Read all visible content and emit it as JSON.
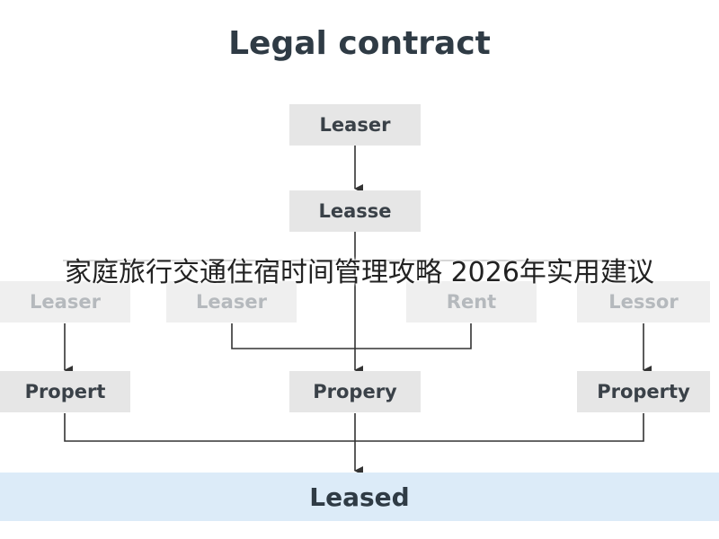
{
  "title": "Legal contract",
  "nodes": {
    "top": "Leaser",
    "second": "Leasse",
    "row1": [
      "Leaser",
      "Leaser",
      "Rent",
      "Lessor"
    ],
    "row2": [
      "Propert",
      "Propery",
      "Property"
    ],
    "result": "Leased"
  },
  "overlay_text": "家庭旅行交通住宿时间管理攻略 2026年实用建议",
  "colors": {
    "box": "#e6e6e6",
    "result_band": "#dcebf8",
    "line": "#333333"
  }
}
